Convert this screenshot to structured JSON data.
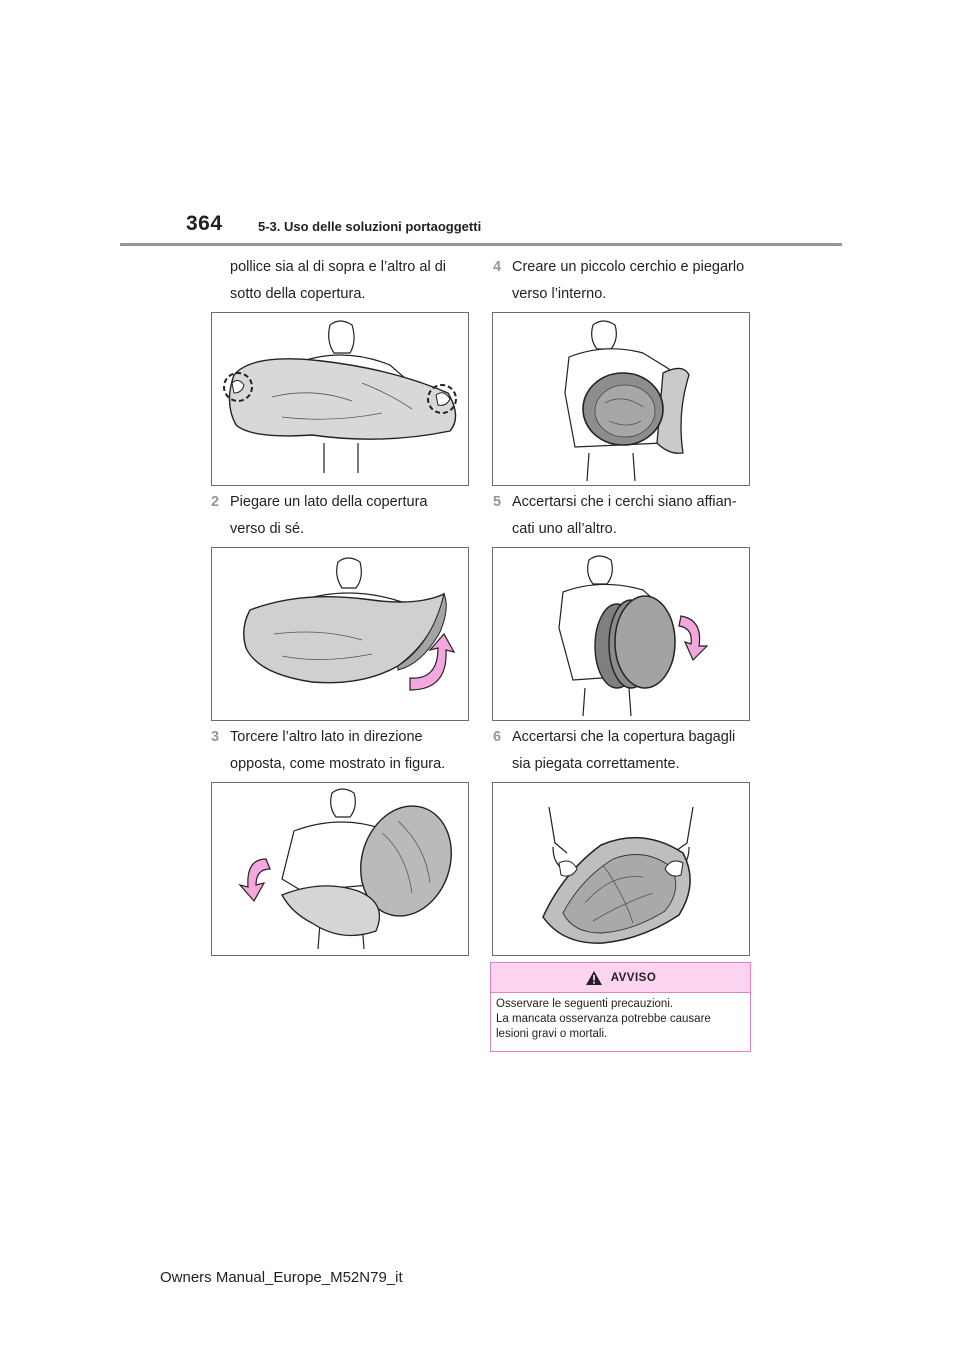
{
  "header": {
    "page_number": "364",
    "section": "5-3. Uso delle soluzioni portaoggetti"
  },
  "left_column": {
    "intro_line1": "pollice sia al di sopra e l’altro al di",
    "intro_line2": "sotto della copertura.",
    "step2": {
      "num": "2",
      "line1": "Piegare un lato della copertura",
      "line2": "verso di sé."
    },
    "step3": {
      "num": "3",
      "line1": "Torcere l’altro lato in direzione",
      "line2": "opposta, come mostrato in figura."
    }
  },
  "right_column": {
    "step4": {
      "num": "4",
      "line1": "Creare un piccolo cerchio e piegarlo",
      "line2": "verso l’interno."
    },
    "step5": {
      "num": "5",
      "line1": "Accertarsi che i cerchi siano affian-",
      "line2": "cati uno all’altro."
    },
    "step6": {
      "num": "6",
      "line1": "Accertarsi che la copertura bagagli",
      "line2": "sia piegata correttamente."
    }
  },
  "warning": {
    "title": "AVVISO",
    "line1": "Osservare le seguenti precauzioni.",
    "line2": "La mancata osservanza potrebbe causare",
    "line3": "lesioni gravi o mortali."
  },
  "footer": {
    "text": "Owners Manual_Europe_M52N79_it"
  },
  "colors": {
    "accent_gray": "#8f9a96",
    "warning_pink": "#fcd4ef",
    "warning_border": "#e37fc6",
    "arrow_pink": "#f4a6df"
  }
}
